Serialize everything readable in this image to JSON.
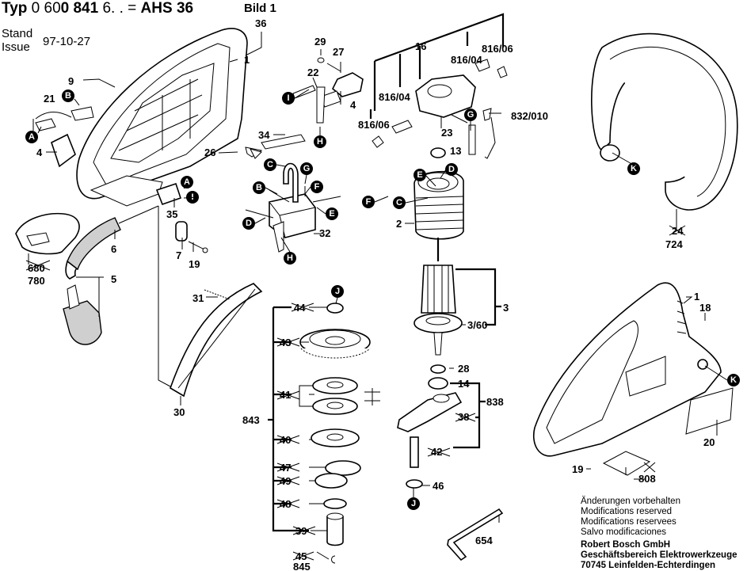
{
  "header": {
    "typ_prefix": "Typ",
    "typ_number_a": "0 60",
    "typ_number_b": "0 841",
    "typ_number_c": "6. .",
    "typ_eq": "=",
    "model": "AHS 36",
    "figure": "Bild 1",
    "stand_label": "Stand",
    "issue_label": "Issue",
    "date": "97-10-27"
  },
  "footer": {
    "notes": [
      "Änderungen vorbehalten",
      "Modifications reserved",
      "Modifications reservees",
      "Salvo modificaciones"
    ],
    "company": [
      "Robert Bosch GmbH",
      "Geschäftsbereich Elektrowerkzeuge",
      "70745 Leinfelden-Echterdingen"
    ]
  },
  "part_labels": {
    "p36": "36",
    "p1a": "1",
    "p9": "9",
    "p21": "21",
    "p4a": "4",
    "p29": "29",
    "p27": "27",
    "p22": "22",
    "p4b": "4",
    "p34": "34",
    "p26": "26",
    "p35": "35",
    "p7": "7",
    "p19a": "19",
    "p32": "32",
    "p6": "6",
    "p5": "5",
    "p680": "680",
    "p780": "780",
    "p16": "16",
    "p816_04a": "816/04",
    "p816_06a": "816/06",
    "p816_04b": "816/04",
    "p816_06b": "816/06",
    "p832": "832/010",
    "p23": "23",
    "p13": "13",
    "p2": "2",
    "p3": "3",
    "p3_60": "3/60",
    "p28": "28",
    "p14": "14",
    "p838": "838",
    "p38": "38",
    "p42": "42",
    "p46": "46",
    "p654": "654",
    "p31": "31",
    "p30": "30",
    "p843": "843",
    "p44": "44",
    "p43": "43",
    "p41": "41",
    "p40": "40",
    "p47": "47",
    "p49": "49",
    "p48": "48",
    "p39": "39",
    "p45": "45",
    "p845": "845",
    "p24": "24",
    "p724": "724",
    "p1b": "1",
    "p18": "18",
    "p20": "20",
    "p19b": "19",
    "p808": "808"
  },
  "connector_badges": [
    "A",
    "B",
    "C",
    "D",
    "E",
    "F",
    "G",
    "H",
    "I",
    "J",
    "K"
  ]
}
